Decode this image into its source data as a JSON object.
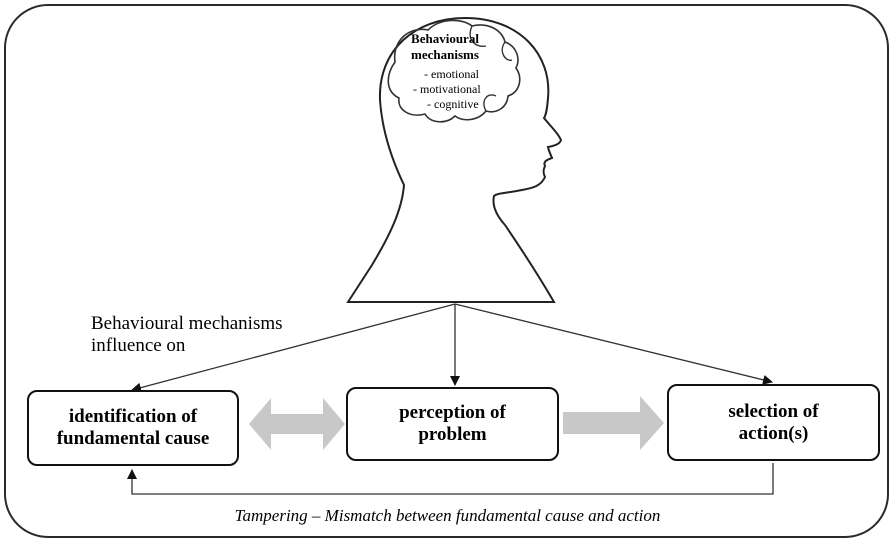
{
  "head": {
    "title_line1": "Behavioural",
    "title_line2": "mechanisms",
    "items": [
      "- emotional",
      "- motivational",
      "- cognitive"
    ]
  },
  "influence_label_line1": "Behavioural mechanisms",
  "influence_label_line2": "influence on",
  "boxes": [
    {
      "line1": "identification of",
      "line2": "fundamental cause"
    },
    {
      "line1": "perception of",
      "line2": "problem"
    },
    {
      "line1": "selection of",
      "line2": "action(s)"
    }
  ],
  "feedback_caption": "Tampering – Mismatch between fundamental cause and action",
  "colors": {
    "outline": "#2a2a2a",
    "block_arrow": "#c8c8c8",
    "background": "#ffffff"
  }
}
